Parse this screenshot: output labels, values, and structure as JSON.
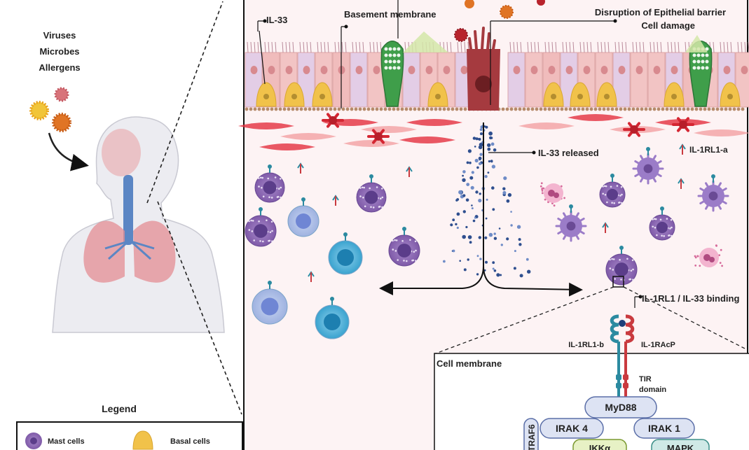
{
  "left_panel": {
    "triggers": [
      "Viruses",
      "Microbes",
      "Allergens"
    ],
    "legend_title": "Legend",
    "legend_items": [
      "Mast cells",
      "Basal cells"
    ]
  },
  "main_panel": {
    "labels": {
      "il33": "IL-33",
      "basement_membrane": "Basement membrane",
      "disruption_line1": "Disruption of Epithelial barrier",
      "disruption_line2": "Cell damage",
      "il33_released": "IL-33 released",
      "il1rl1_a": "IL-1RL1-a",
      "binding": "IL-1RL1 / IL-33 binding"
    }
  },
  "inset": {
    "il1rl1_b": "IL-1RL1-b",
    "il1racp": "IL-1RAcP",
    "cell_membrane": "Cell membrane",
    "tir_line1": "TIR",
    "tir_line2": "domain",
    "myd88": "MyD88",
    "irak4": "IRAK 4",
    "irak1": "IRAK 1",
    "traf6": "TRAF6",
    "ikk": "IKKα",
    "mapk": "MAPK"
  },
  "colors": {
    "epithelium": "#f2c4c4",
    "goblet": "#3f9e4a",
    "basal": "#f1c24a",
    "fibroblast": "#e3303f",
    "tissue_bg": "#fdf3f4",
    "il33_dot": "#2f4f8f",
    "mast": "#7f5aa8",
    "body": "#e9e9ee"
  }
}
